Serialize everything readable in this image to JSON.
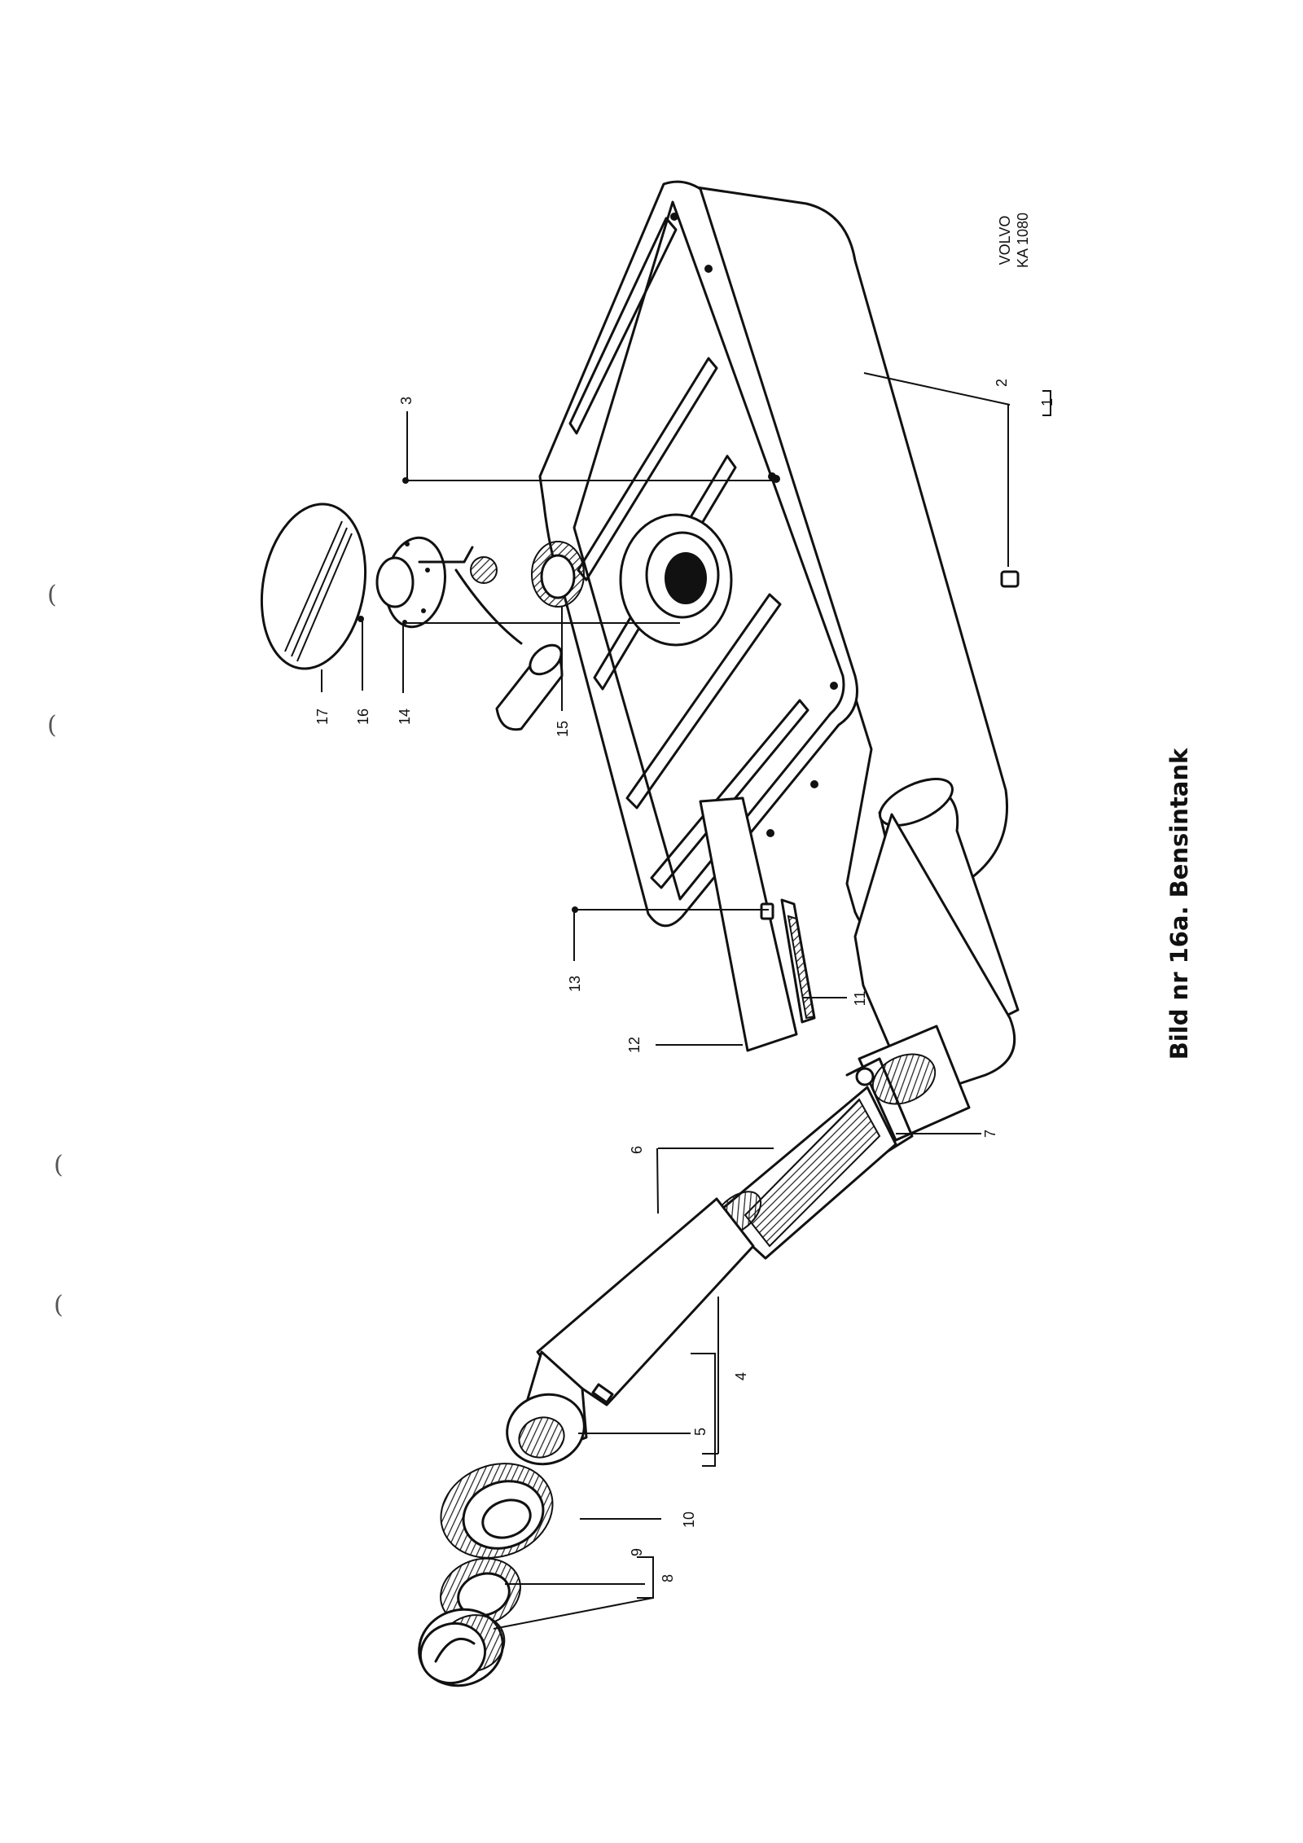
{
  "caption": "Bild nr 16a. Bensintank",
  "brand": "VOLVO",
  "drawing_code": "KA 1080",
  "labels": [
    {
      "id": "1",
      "text": "1"
    },
    {
      "id": "2",
      "text": "2"
    },
    {
      "id": "3",
      "text": "3"
    },
    {
      "id": "4",
      "text": "4"
    },
    {
      "id": "5",
      "text": "5"
    },
    {
      "id": "6",
      "text": "6"
    },
    {
      "id": "7",
      "text": "7"
    },
    {
      "id": "8",
      "text": "8"
    },
    {
      "id": "9",
      "text": "9"
    },
    {
      "id": "10",
      "text": "10"
    },
    {
      "id": "11",
      "text": "11"
    },
    {
      "id": "12",
      "text": "12"
    },
    {
      "id": "13",
      "text": "13"
    },
    {
      "id": "14",
      "text": "14"
    },
    {
      "id": "15",
      "text": "15"
    },
    {
      "id": "16",
      "text": "16"
    },
    {
      "id": "17",
      "text": "17"
    }
  ],
  "binder_marks": [
    "(",
    "(",
    "(",
    "("
  ]
}
